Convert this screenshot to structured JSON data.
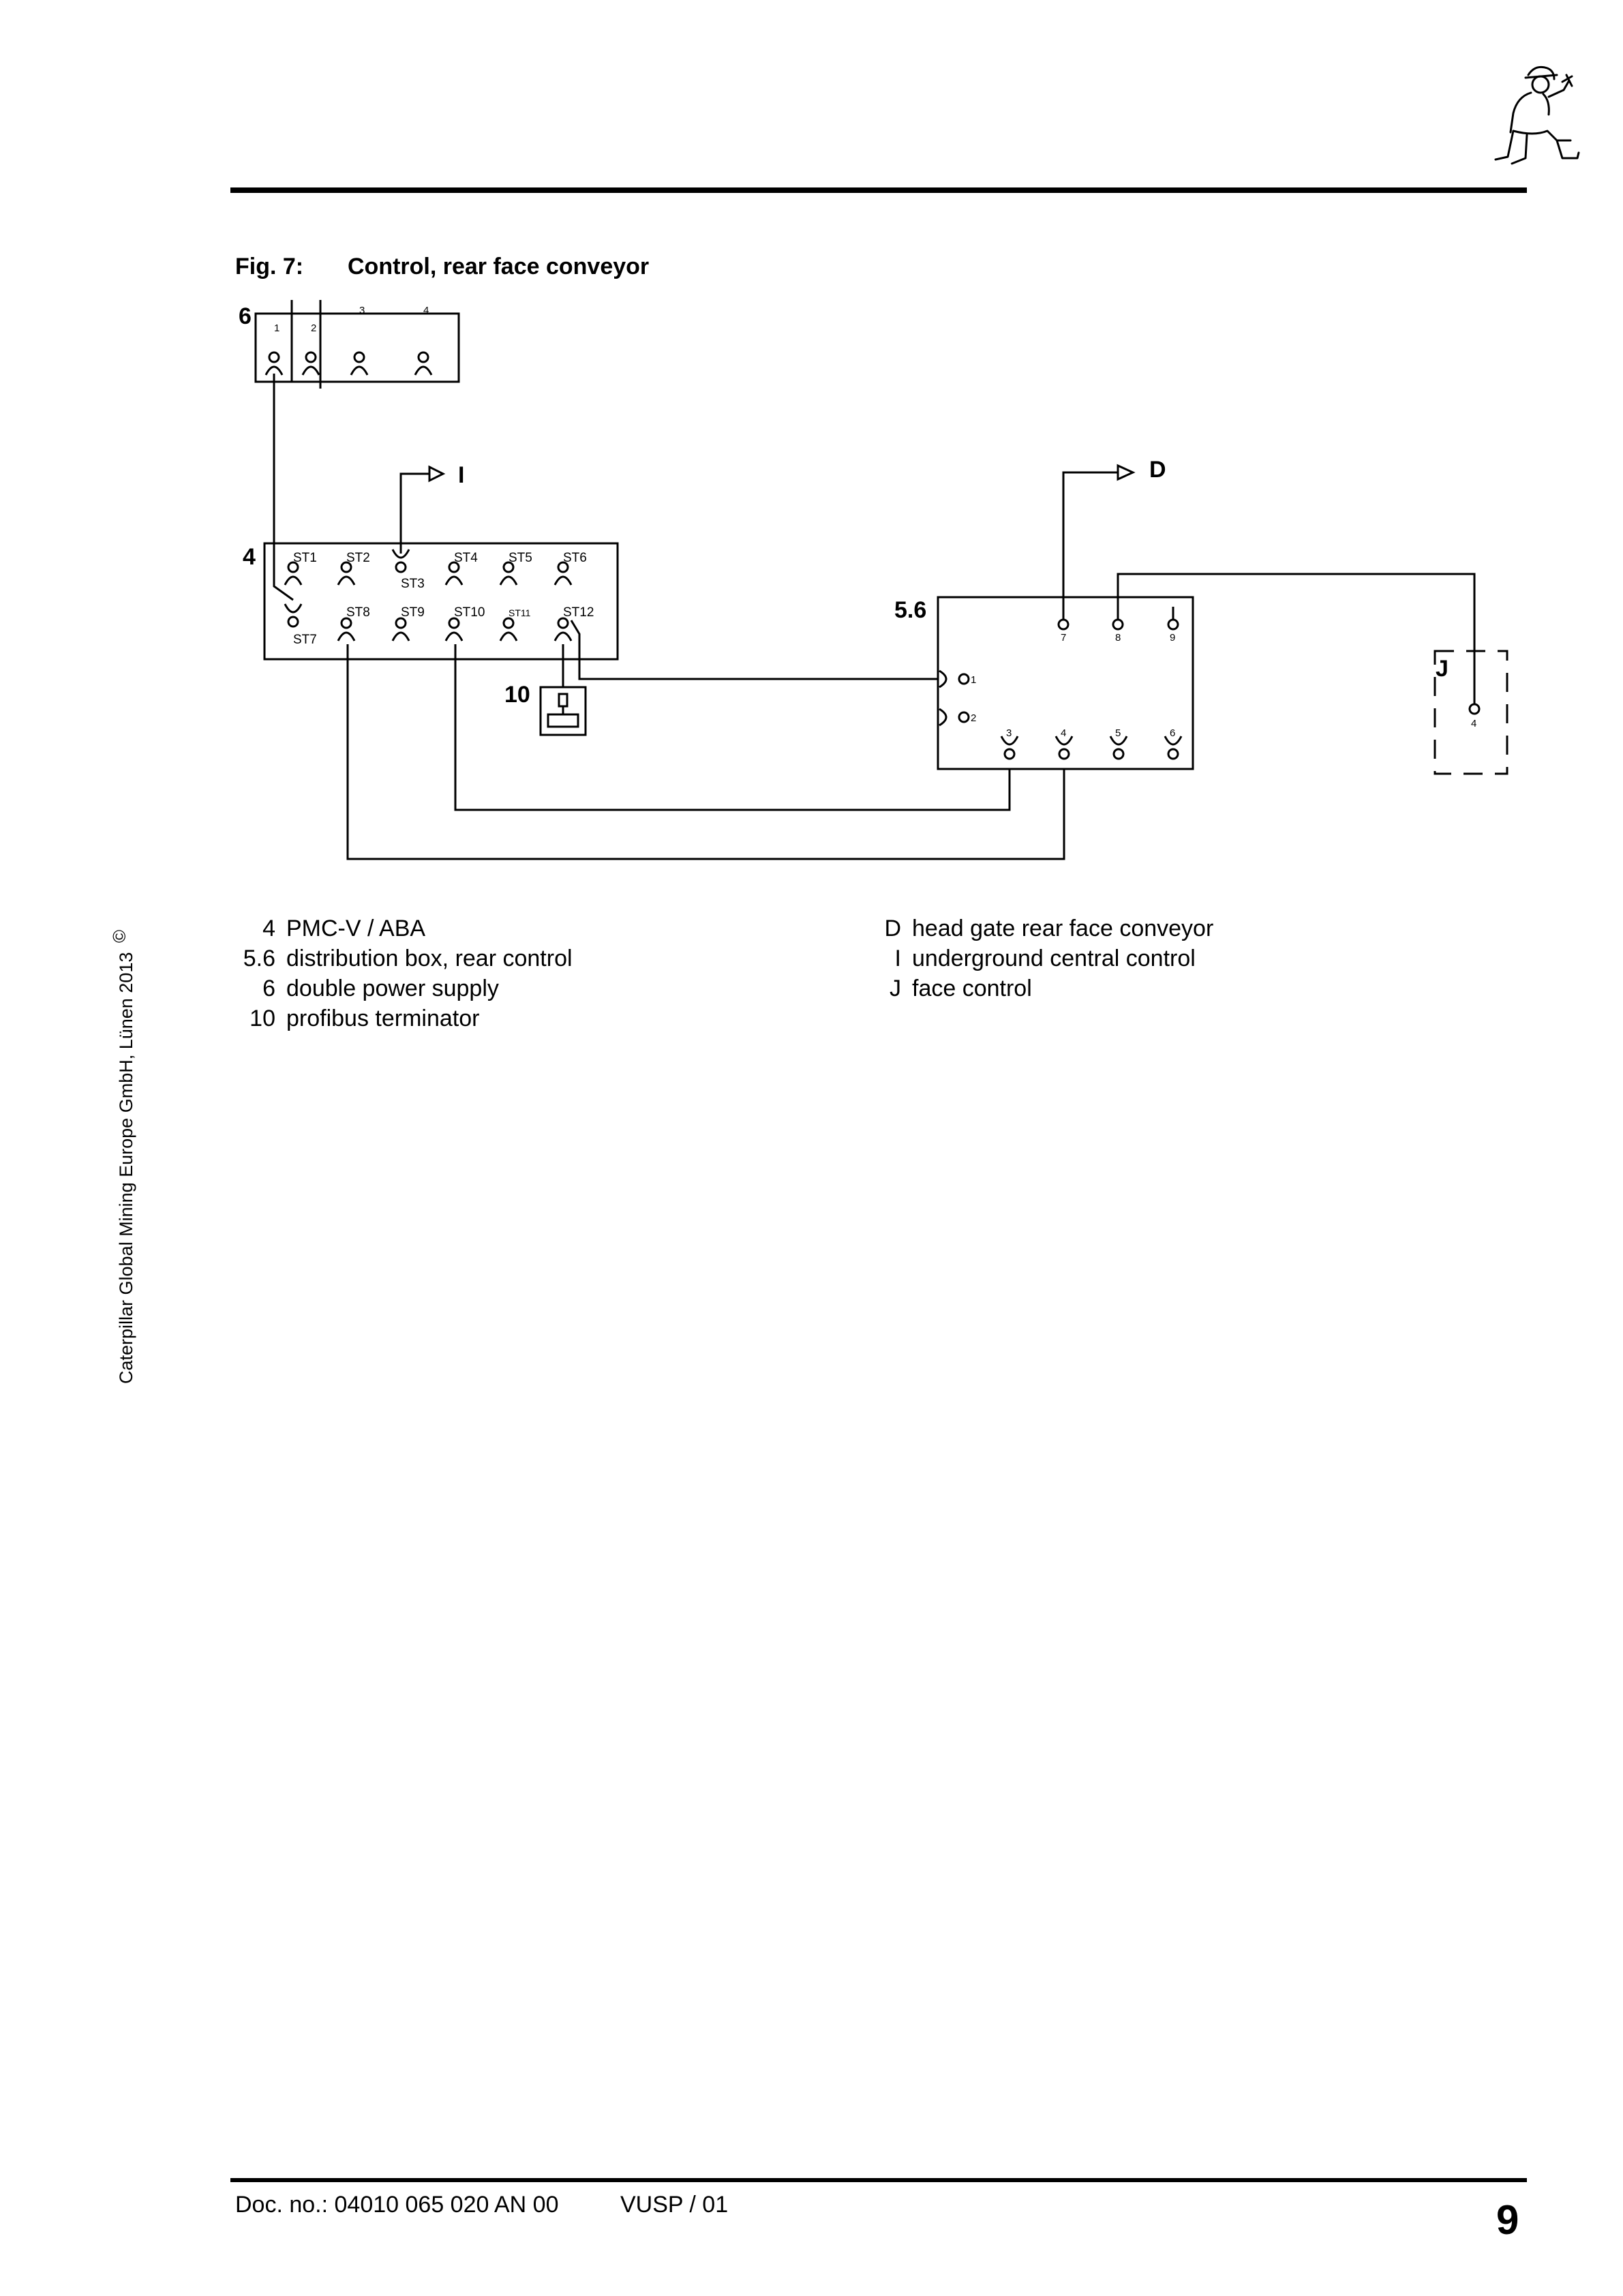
{
  "figure": {
    "number": "Fig. 7:",
    "title": "Control, rear face conveyor"
  },
  "diagram": {
    "box6": {
      "id": "6",
      "terminals": [
        "1",
        "2",
        "3",
        "4"
      ]
    },
    "box4": {
      "id": "4",
      "top_labels": [
        "ST1",
        "ST2",
        "ST3",
        "ST4",
        "ST5",
        "ST6"
      ],
      "bottom_labels": [
        "ST7",
        "ST8",
        "ST9",
        "ST10",
        "ST11",
        "ST12"
      ]
    },
    "box56": {
      "id": "5.6",
      "terminals": [
        "1",
        "2",
        "3",
        "4",
        "5",
        "6",
        "7",
        "8",
        "9"
      ]
    },
    "boxJ": {
      "id": "J",
      "terminals": [
        "4"
      ]
    },
    "terminator": {
      "id": "10"
    },
    "arrow_I": "I",
    "arrow_D": "D"
  },
  "legend_left": [
    {
      "num": "4",
      "text": "PMC-V / ABA"
    },
    {
      "num": "5.6",
      "text": "distribution box, rear control"
    },
    {
      "num": "6",
      "text": "double power supply"
    },
    {
      "num": "10",
      "text": "profibus terminator"
    }
  ],
  "legend_right": [
    {
      "num": "D",
      "text": "head gate rear face conveyor"
    },
    {
      "num": "I",
      "text": "underground central control"
    },
    {
      "num": "J",
      "text": "face control"
    }
  ],
  "side_text": "Caterpillar Global Mining Europe GmbH, Lünen 2013",
  "side_symbol": "©",
  "footer": {
    "doc_no": "Doc. no.: 04010 065 020 AN 00",
    "version": "VUSP / 01",
    "page": "9"
  }
}
